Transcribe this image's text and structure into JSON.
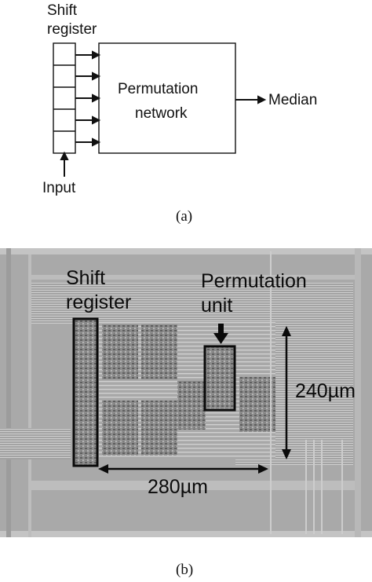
{
  "diagram_a": {
    "shift_register_line1": "Shift",
    "shift_register_line2": "register",
    "permutation_line1": "Permutation",
    "permutation_line2": "network",
    "output_label": "Median",
    "input_label": "Input",
    "caption": "(a)"
  },
  "micrograph_b": {
    "shift_register_line1": "Shift",
    "shift_register_line2": "register",
    "permutation_line1": "Permutation",
    "permutation_line2": "unit",
    "height_dimension": "240µm",
    "width_dimension": "280µm",
    "caption": "(b)"
  }
}
